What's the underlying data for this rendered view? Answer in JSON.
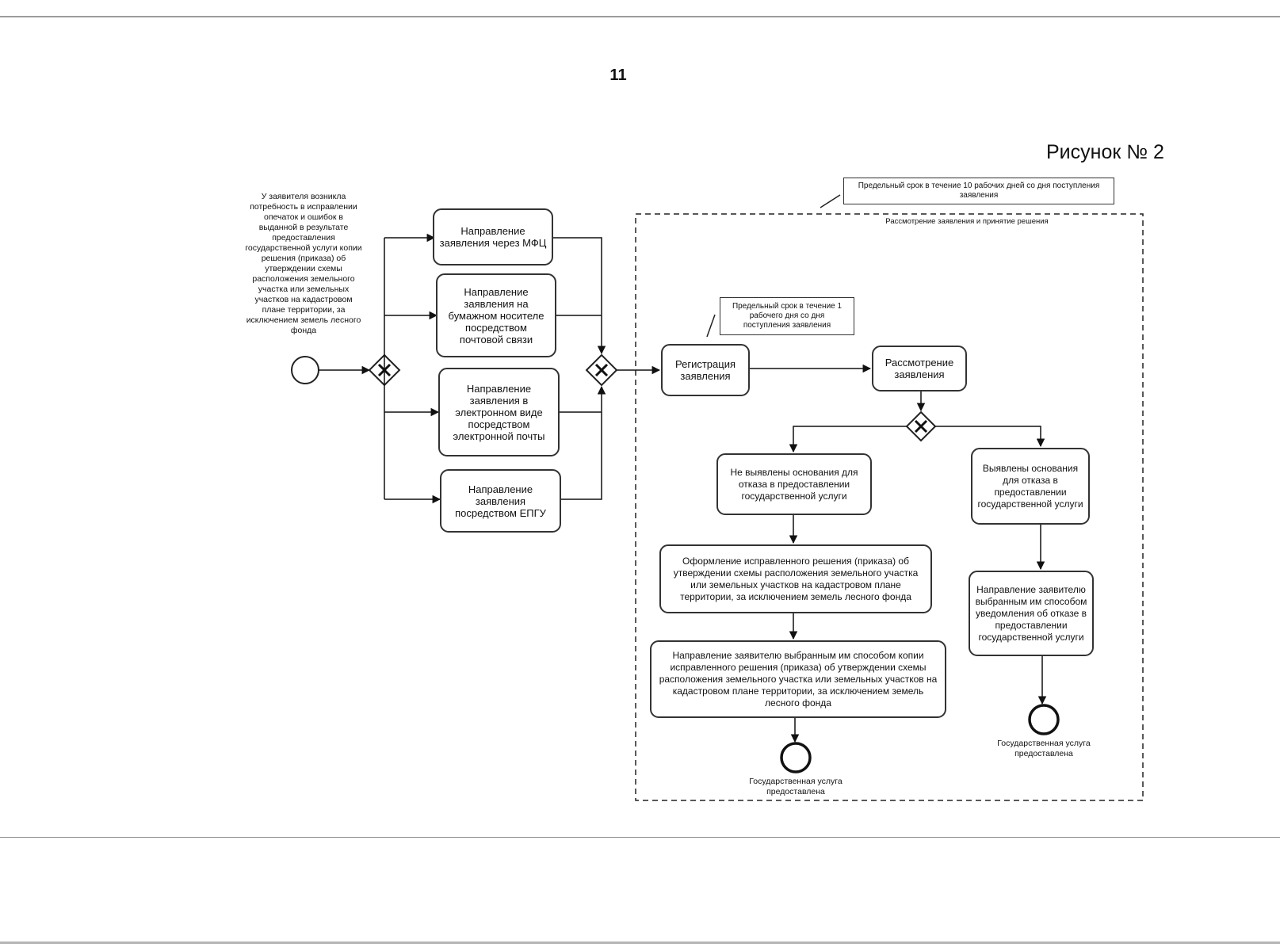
{
  "page": {
    "number": "11",
    "figure_label": "Рисунок № 2"
  },
  "start_note": "У заявителя возникла потребность в исправлении опечаток и ошибок в выданной в результате предоставления государственной услуги копии решения (приказа) об утверждении схемы расположения земельного участка или земельных участков на кадастровом плане территории, за исключением земель лесного фонда",
  "channels": {
    "mfc": "Направление заявления через МФЦ",
    "post": "Направление заявления на бумажном носителе посредством почтовой связи",
    "email": "Направление заявления в электронном виде посредством электронной почты",
    "epgu": "Направление заявления посредством ЕПГУ"
  },
  "deadlines": {
    "total": "Предельный срок в течение 10 рабочих дней со дня поступления заявления",
    "registration": "Предельный срок в течение 1 рабочего дня со дня поступления заявления"
  },
  "lane": {
    "title": "Рассмотрение заявления и принятие решения"
  },
  "tasks": {
    "registration": "Регистрация заявления",
    "review": "Рассмотрение заявления",
    "no_grounds": "Не выявлены основания для отказа в предоставлении государственной услуги",
    "grounds": "Выявлены основания для отказа в предоставлении государственной услуги",
    "prepare_corrected": "Оформление исправленного решения (приказа) об утверждении схемы расположения земельного участка или земельных участков на кадастровом плане территории, за исключением земель лесного фонда",
    "send_corrected": "Направление заявителю выбранным им способом копии исправленного решения (приказа) об утверждении схемы расположения земельного участка или земельных участков на кадастровом плане территории, за исключением земель лесного фонда",
    "send_refusal": "Направление заявителю выбранным им способом уведомления об отказе в предоставлении государственной услуги"
  },
  "end_events": {
    "left": "Государственная услуга предоставлена",
    "right": "Государственная услуга предоставлена"
  }
}
